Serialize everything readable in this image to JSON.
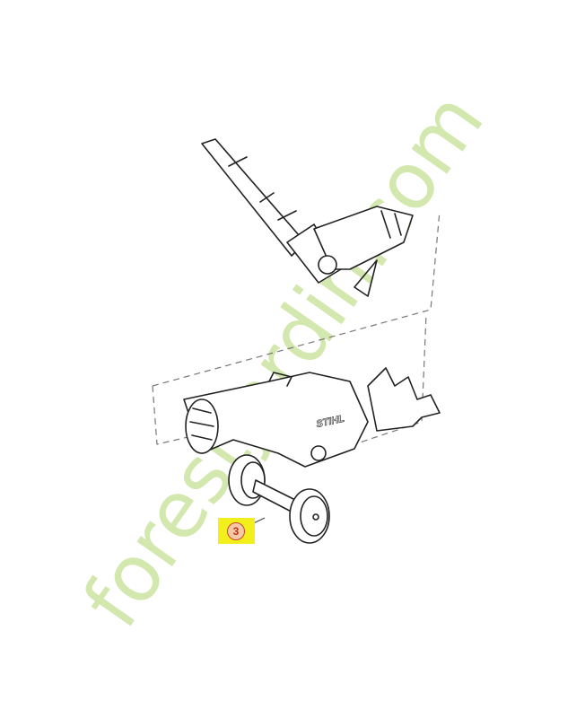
{
  "diagram": {
    "callouts": [
      {
        "number": "3",
        "highlight_color": "#f2ef1c",
        "circle_color": "#d0462c"
      }
    ],
    "brand_on_tool": "STIHL",
    "watermark": {
      "text": "forestjardin.com",
      "colors": [
        "#c9e39a",
        "#f6c48a",
        "#d9cfc4"
      ]
    }
  }
}
